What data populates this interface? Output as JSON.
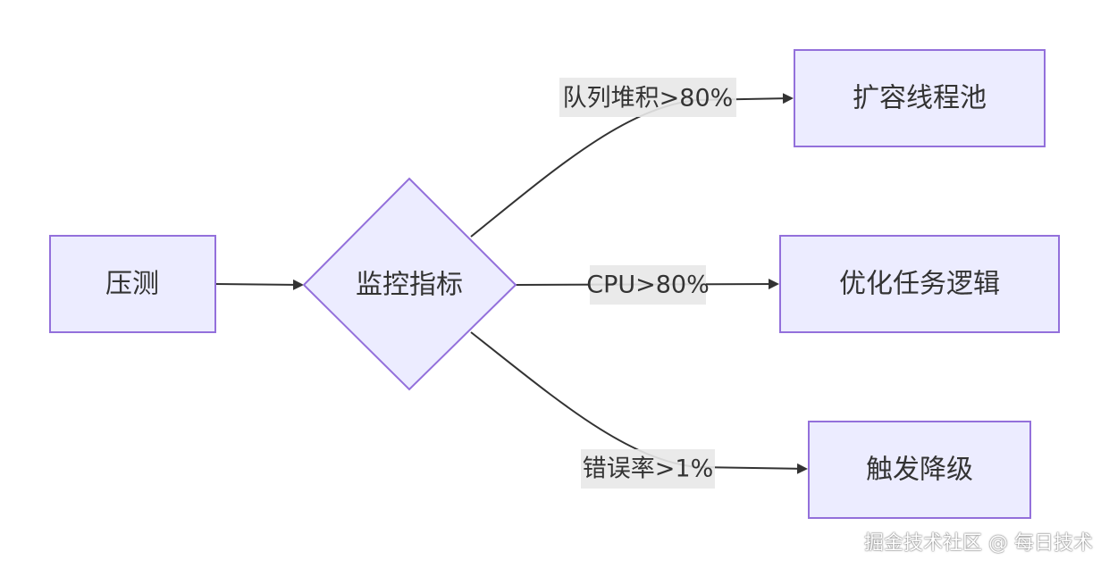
{
  "nodes": {
    "stress_test": "压测",
    "monitor": "监控指标",
    "scale_pool": "扩容线程池",
    "optimize": "优化任务逻辑",
    "degrade": "触发降级"
  },
  "edges": {
    "queue_label": "队列堆积>80%",
    "cpu_label": "CPU>80%",
    "error_label": "错误率>1%"
  },
  "watermark": "掘金技术社区 @ 每日技术",
  "colors": {
    "node_fill": "#ECECFF",
    "node_stroke": "#9370DB",
    "edge": "#333333",
    "label_bg": "#E8E8E8"
  }
}
